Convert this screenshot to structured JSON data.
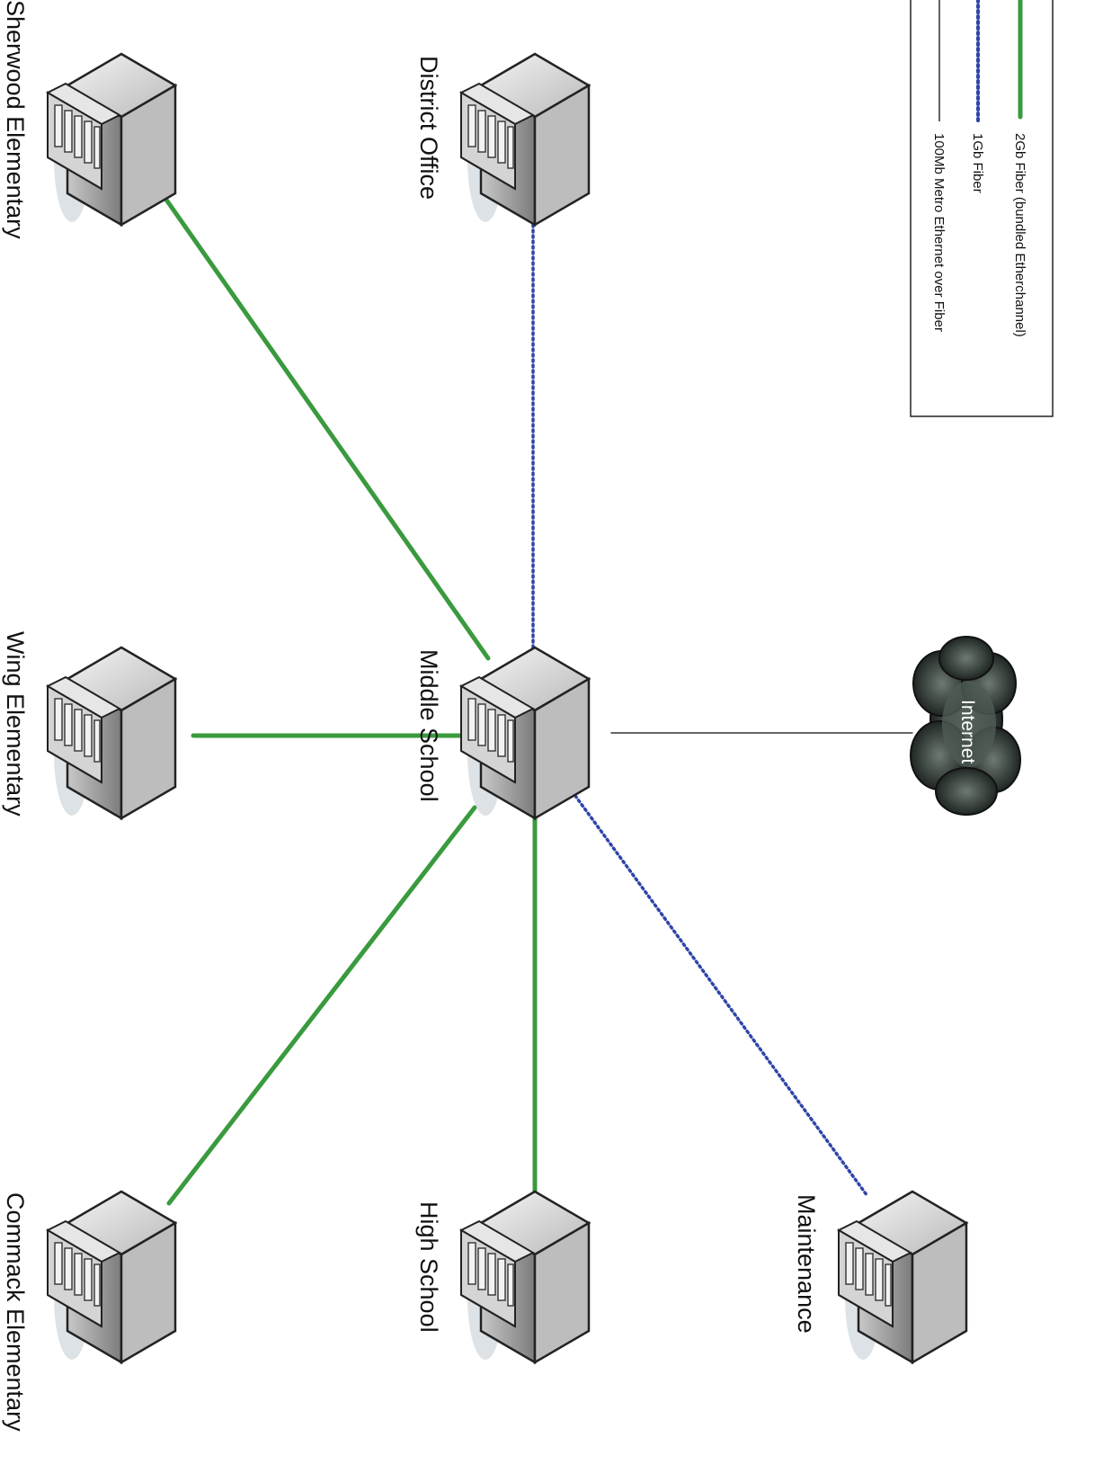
{
  "legend": {
    "items": [
      {
        "label": "2Gb Fiber (bundled Etherchannel)",
        "style": "solid",
        "color": "#3a9a3e"
      },
      {
        "label": "1Gb Fiber",
        "style": "dotted",
        "color": "#2f45a8"
      },
      {
        "label": "100Mb Metro Ethernet over Fiber",
        "style": "thin",
        "color": "#333333"
      }
    ]
  },
  "nodes": {
    "district_office": "District Office",
    "sherwood": "Sherwood Elementary",
    "middle_school": "Middle School",
    "wing": "Wing Elementary",
    "maintenance": "Maintenance",
    "high_school": "High School",
    "commack": "Commack Elementary",
    "internet": "Internet"
  },
  "links": [
    {
      "from": "middle_school",
      "to": "sherwood",
      "type": "2Gb Fiber (bundled Etherchannel)"
    },
    {
      "from": "middle_school",
      "to": "district_office",
      "type": "1Gb Fiber"
    },
    {
      "from": "middle_school",
      "to": "internet",
      "type": "100Mb Metro Ethernet over Fiber"
    },
    {
      "from": "middle_school",
      "to": "wing",
      "type": "2Gb Fiber (bundled Etherchannel)"
    },
    {
      "from": "middle_school",
      "to": "maintenance",
      "type": "1Gb Fiber"
    },
    {
      "from": "middle_school",
      "to": "high_school",
      "type": "2Gb Fiber (bundled Etherchannel)"
    },
    {
      "from": "middle_school",
      "to": "commack",
      "type": "2Gb Fiber (bundled Etherchannel)"
    }
  ],
  "colors": {
    "green": "#3a9a3e",
    "blue": "#2f45a8",
    "black": "#333333"
  }
}
